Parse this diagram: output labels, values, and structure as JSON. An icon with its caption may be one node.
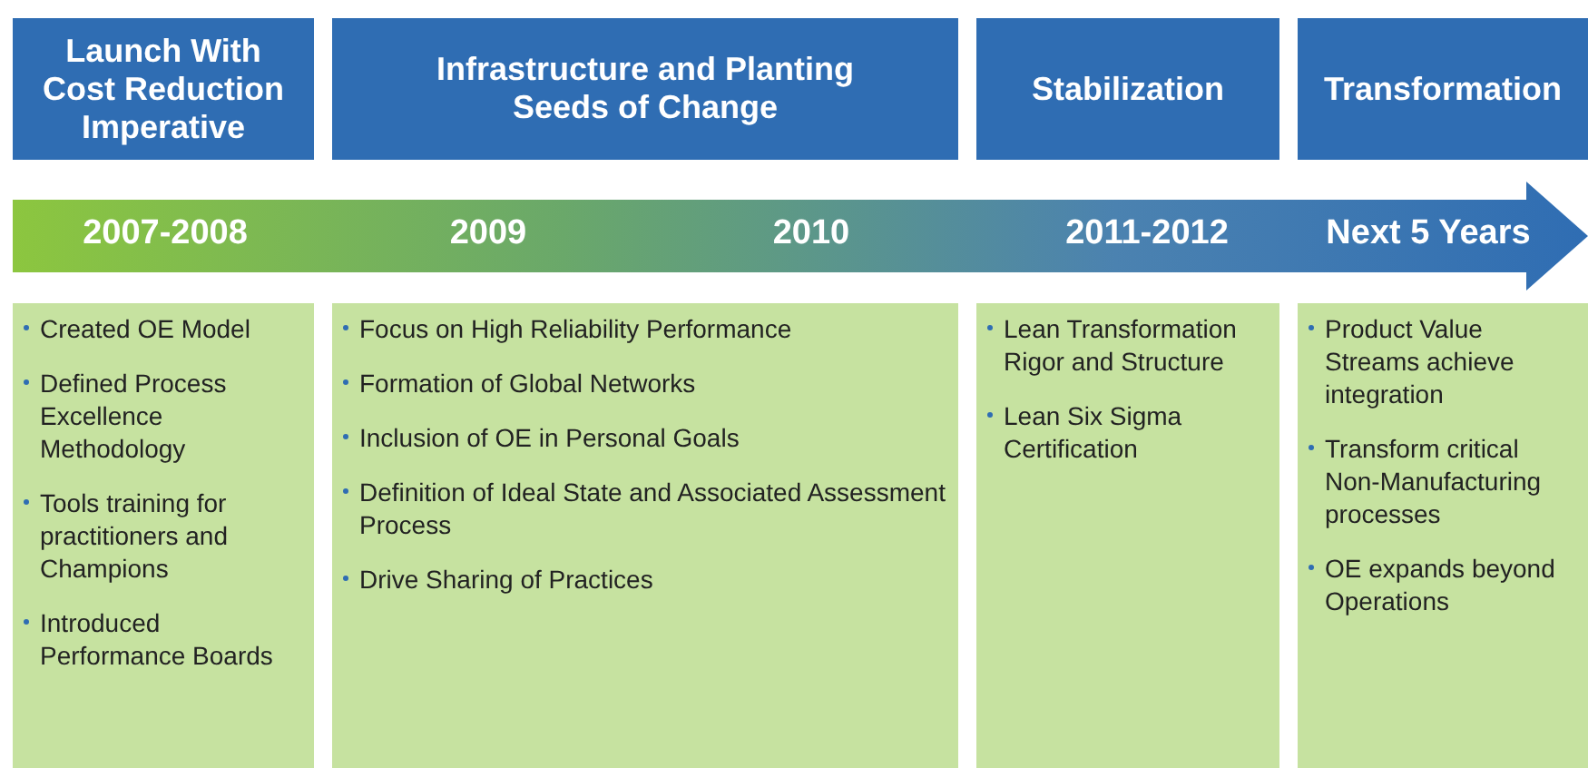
{
  "diagram": {
    "nodes": [
      {
        "text": [
          "Launch With Cost Reduction Imperative"
        ]
      },
      {
        "text": [
          "Infrastructure and Planting Seeds of Change"
        ]
      },
      {
        "text": [
          "Stabilization"
        ]
      },
      {
        "text": [
          "Transformation"
        ]
      },
      {
        "text": [
          "2007-2008",
          "2009",
          "2010",
          "2011-2012",
          "Next 5 Years"
        ]
      },
      {
        "text": [
          "Created OE Model",
          "Defined Process Excellence Methodology",
          "Tools training for practitioners and Champions",
          "Introduced Performance Boards"
        ]
      },
      {
        "text": [
          "Focus on High Reliability Performance",
          "Formation of Global Networks",
          "Inclusion of OE in Personal Goals",
          "Definition of Ideal State and Associated Assessment Process",
          "Drive Sharing of Practices"
        ]
      },
      {
        "text": [
          "Lean Transformation Rigor and Structure",
          "Lean Six Sigma Certification"
        ]
      },
      {
        "text": [
          "Product Value Streams achieve integration",
          "Transform critical Non-Manufacturing processes",
          "OE expands beyond Operations"
        ]
      }
    ],
    "edges": []
  }
}
